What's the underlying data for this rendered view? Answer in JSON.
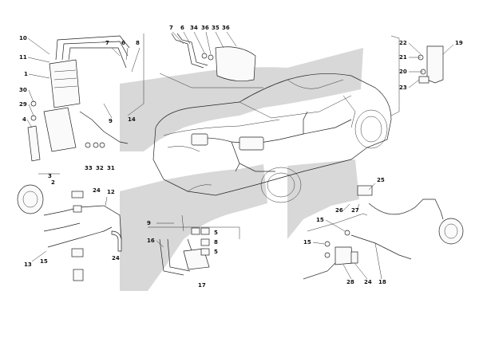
{
  "diagram": {
    "type": "exploded-parts-diagram",
    "callouts": [
      {
        "id": "c10",
        "label": "10"
      },
      {
        "id": "c11",
        "label": "11"
      },
      {
        "id": "c1",
        "label": "1"
      },
      {
        "id": "c30",
        "label": "30"
      },
      {
        "id": "c29",
        "label": "29"
      },
      {
        "id": "c4",
        "label": "4"
      },
      {
        "id": "c3",
        "label": "3"
      },
      {
        "id": "c2",
        "label": "2"
      },
      {
        "id": "c33",
        "label": "33"
      },
      {
        "id": "c32",
        "label": "32"
      },
      {
        "id": "c31",
        "label": "31"
      },
      {
        "id": "c7a",
        "label": "7"
      },
      {
        "id": "c6a",
        "label": "6"
      },
      {
        "id": "c8a",
        "label": "8"
      },
      {
        "id": "c9a",
        "label": "9"
      },
      {
        "id": "c14",
        "label": "14"
      },
      {
        "id": "c7b",
        "label": "7"
      },
      {
        "id": "c6b",
        "label": "6"
      },
      {
        "id": "c34",
        "label": "34"
      },
      {
        "id": "c36a",
        "label": "36"
      },
      {
        "id": "c35",
        "label": "35"
      },
      {
        "id": "c36b",
        "label": "36"
      },
      {
        "id": "c22",
        "label": "22"
      },
      {
        "id": "c21",
        "label": "21"
      },
      {
        "id": "c20",
        "label": "20"
      },
      {
        "id": "c23",
        "label": "23"
      },
      {
        "id": "c19",
        "label": "19"
      },
      {
        "id": "c24a",
        "label": "24"
      },
      {
        "id": "c12",
        "label": "12"
      },
      {
        "id": "c13",
        "label": "13"
      },
      {
        "id": "c15a",
        "label": "15"
      },
      {
        "id": "c24b",
        "label": "24"
      },
      {
        "id": "c9b",
        "label": "9"
      },
      {
        "id": "c16",
        "label": "16"
      },
      {
        "id": "c5a",
        "label": "5"
      },
      {
        "id": "c8b",
        "label": "8"
      },
      {
        "id": "c5b",
        "label": "5"
      },
      {
        "id": "c17",
        "label": "17"
      },
      {
        "id": "c25",
        "label": "25"
      },
      {
        "id": "c26",
        "label": "26"
      },
      {
        "id": "c27",
        "label": "27"
      },
      {
        "id": "c15b",
        "label": "15"
      },
      {
        "id": "c15c",
        "label": "15"
      },
      {
        "id": "c28",
        "label": "28"
      },
      {
        "id": "c24c",
        "label": "24"
      },
      {
        "id": "c18",
        "label": "18"
      }
    ],
    "colors": {
      "line": "#222222",
      "watermark": "#d8d8d8",
      "background": "#ffffff"
    }
  }
}
